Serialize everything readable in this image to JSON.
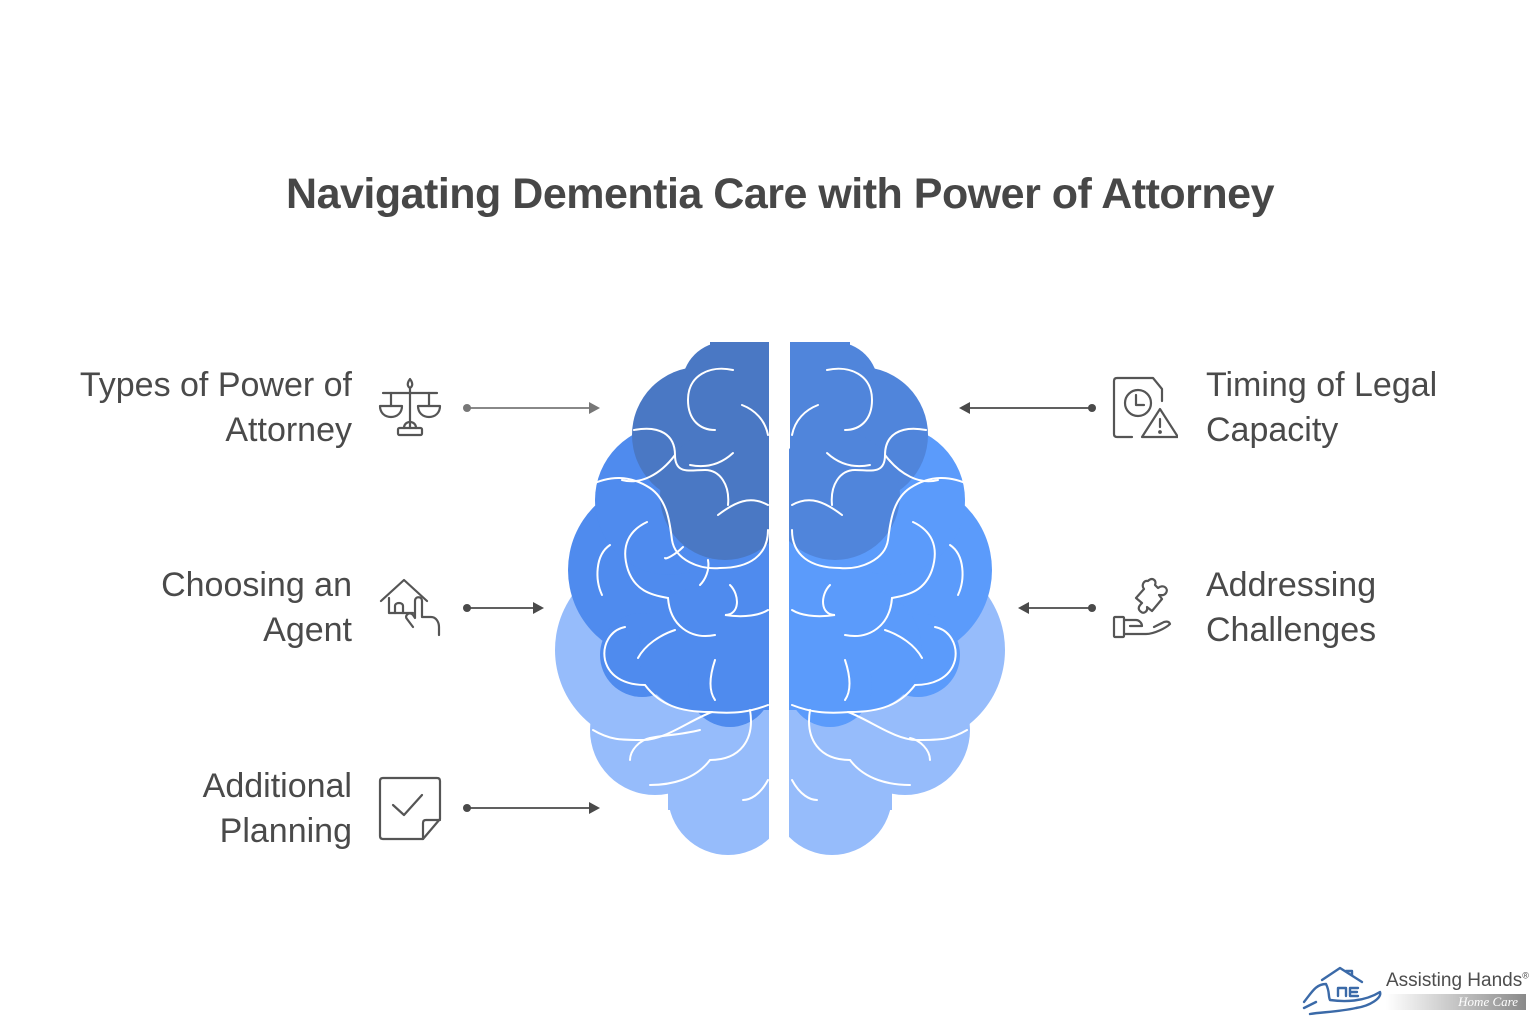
{
  "title": "Navigating Dementia Care with Power of Attorney",
  "items": [
    {
      "label": "Types of Power of Attorney",
      "label_lines": [
        "Types of Power of",
        "Attorney"
      ],
      "icon": "scales-of-justice-icon",
      "side": "left"
    },
    {
      "label": "Choosing an Agent",
      "label_lines": [
        "Choosing an",
        "Agent"
      ],
      "icon": "house-hand-pointer-icon",
      "side": "left"
    },
    {
      "label": "Additional Planning",
      "label_lines": [
        "Additional",
        "Planning"
      ],
      "icon": "checked-note-icon",
      "side": "left"
    },
    {
      "label": "Timing of Legal Capacity",
      "label_lines": [
        "Timing of Legal",
        "Capacity"
      ],
      "icon": "document-clock-warning-icon",
      "side": "right"
    },
    {
      "label": "Addressing Challenges",
      "label_lines": [
        "Addressing",
        "Challenges"
      ],
      "icon": "hand-puzzle-piece-icon",
      "side": "right"
    }
  ],
  "center_graphic": "brain",
  "colors": {
    "frontal": "#4A78C4",
    "frontal_right": "#5085DB",
    "middle_left": "#4F8BEE",
    "middle_right": "#5B9BFB",
    "lower": "#96BCFB",
    "icon_stroke": "#555555",
    "arrow": "#555555",
    "text": "#4a4a4a"
  },
  "logo": {
    "name": "Assisting Hands",
    "registered": "®",
    "subtitle": "Home Care"
  }
}
